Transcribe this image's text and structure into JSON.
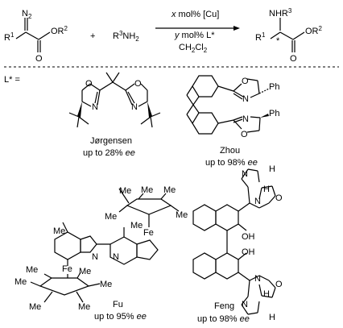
{
  "reaction": {
    "reactant_diazo": {
      "n2": "N",
      "n2_sub": "2",
      "r1": "R",
      "r1_sup": "1",
      "or2": "OR",
      "or2_sup": "2",
      "o": "O"
    },
    "plus": "+",
    "amine": {
      "r": "R",
      "r_sup": "3",
      "nh": "NH",
      "nh_sub": "2"
    },
    "conditions": {
      "line1_var": "x",
      "line1_rest": " mol% [Cu]",
      "line2_var": "y",
      "line2_rest": " mol% L*",
      "line3": "CH",
      "line3_sub": "2",
      "line3_b": "Cl",
      "line3_sub2": "2"
    },
    "product": {
      "nhr": "NHR",
      "nhr_sup": "3",
      "r1": "R",
      "r1_sup": "1",
      "star": "*",
      "or2": "OR",
      "or2_sup": "2",
      "o": "O"
    }
  },
  "ligand_label": "L* =",
  "ligands": [
    {
      "name": "Jørgensen",
      "result_prefix": "up to 28% ",
      "result_ee": "ee",
      "atoms": [
        "N",
        "N",
        "O",
        "O"
      ]
    },
    {
      "name": "Zhou",
      "result_prefix": "up to 98% ",
      "result_ee": "ee",
      "atoms": [
        "N",
        "N",
        "O",
        "O",
        "Ph",
        "Ph"
      ]
    },
    {
      "name": "Fu",
      "result_prefix": "up to 95% ",
      "result_ee": "ee",
      "atoms": [
        "Me",
        "Me",
        "Me",
        "Me",
        "Me",
        "Fe",
        "Me",
        "N",
        "N",
        "Fe",
        "Me",
        "Me",
        "Me",
        "Me",
        "Me",
        "Me"
      ]
    },
    {
      "name": "Feng",
      "result_prefix": "up to 98% ",
      "result_ee": "ee",
      "atoms": [
        "H",
        "N",
        "H",
        "O",
        "N",
        "OH",
        "OH",
        "N",
        "H",
        "O",
        "N",
        "H"
      ]
    }
  ]
}
